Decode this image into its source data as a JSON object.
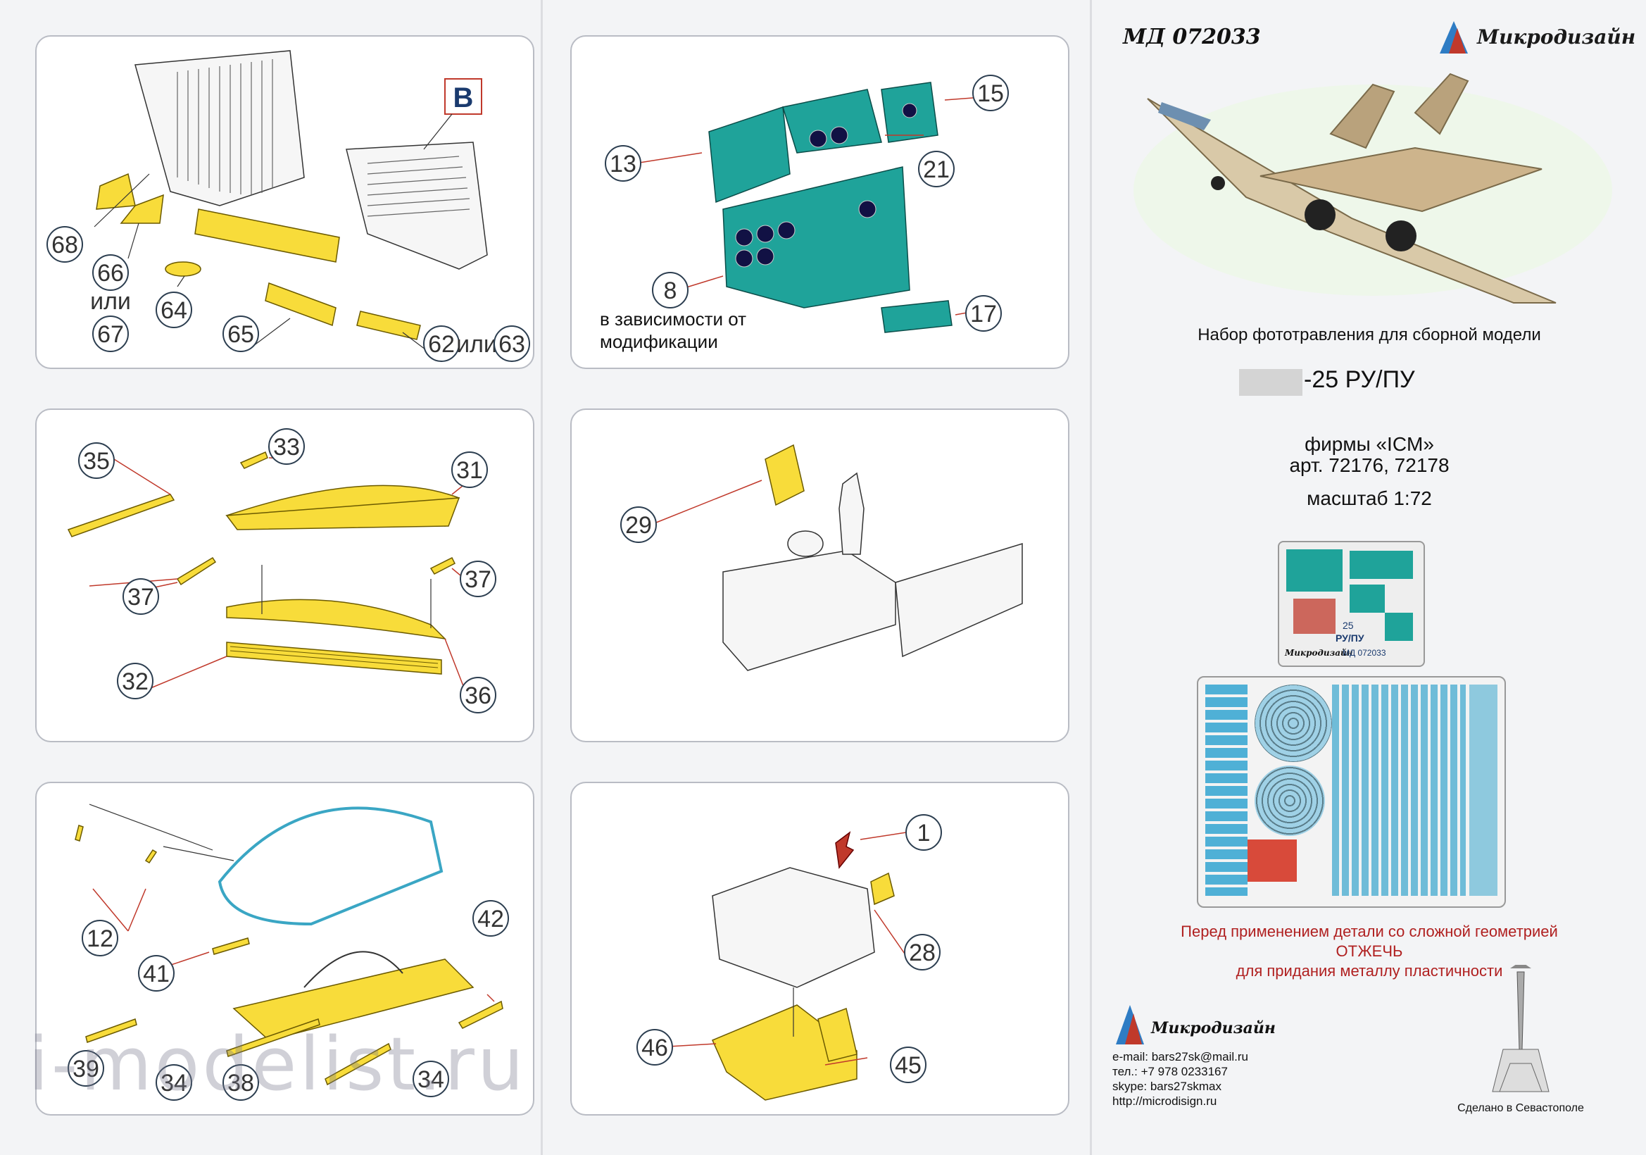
{
  "header": {
    "article": "МД 072033",
    "brand": "Микродизайн"
  },
  "panels": {
    "p1": {
      "labels": [
        "68",
        "66",
        "или",
        "67",
        "64",
        "65",
        "62",
        "или",
        "63"
      ],
      "section_letter": "B"
    },
    "p2": {
      "labels": [
        "13",
        "21",
        "15",
        "8",
        "17"
      ],
      "note_line1": "в зависимости от",
      "note_line2": "модификации"
    },
    "p3": {
      "labels": [
        "35",
        "33",
        "31",
        "37",
        "37",
        "32",
        "36"
      ]
    },
    "p4": {
      "labels": [
        "29"
      ]
    },
    "p5": {
      "labels": [
        "12",
        "41",
        "42",
        "39",
        "34",
        "38",
        "34"
      ]
    },
    "p6": {
      "labels": [
        "1",
        "28",
        "46",
        "45"
      ]
    }
  },
  "info": {
    "title_line": "Набор фототравления для сборной модели",
    "model": "-25 РУ/ПУ",
    "firm": "фирмы «ICM»",
    "articles": "арт. 72176, 72178",
    "scale": "масштаб 1:72",
    "warning_line1": "Перед применением детали со сложной геометрией",
    "warning_line2": "ОТЖЕЧЬ",
    "warning_line3": "для придания металлу пластичности",
    "email": "e-mail: bars27sk@mail.ru",
    "phone": "тел.: +7 978 0233167",
    "skype": "skype: bars27skmax",
    "site": "http://microdisign.ru",
    "made_in": "Сделано в Севастополе",
    "fret_small_label": "РУ/ПУ",
    "fret_small_number": "25"
  },
  "watermark": "i-modelist.ru",
  "colors": {
    "accent_red": "#b02020",
    "photoetch_yellow": "#f8dc3a",
    "panel_teal": "#1fa39a"
  }
}
